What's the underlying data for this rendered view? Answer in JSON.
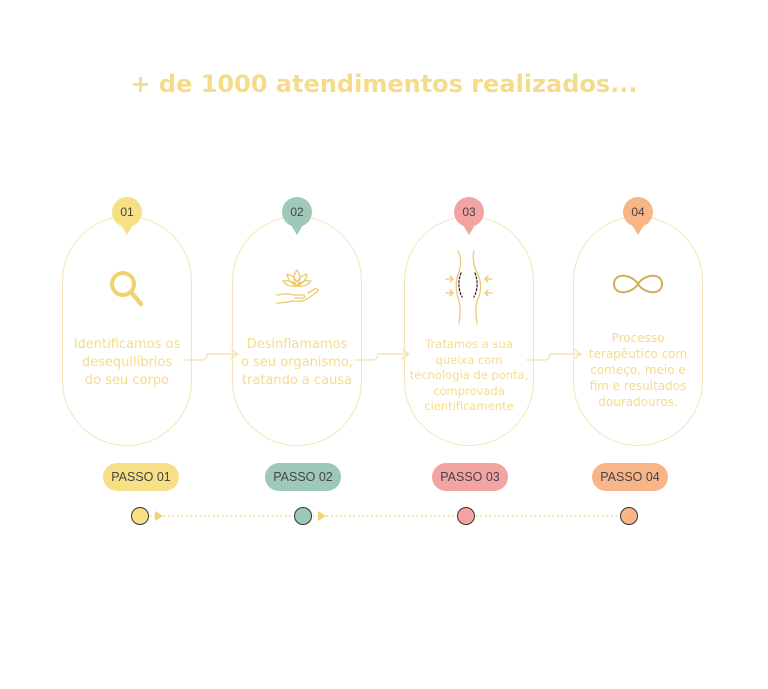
{
  "headline": "+ de 1000 atendimentos realizados...",
  "colors": {
    "accent_text": "#f5dc8a",
    "card_border": "#f5e6b6",
    "step1": "#f7df86",
    "step2": "#9ec8b8",
    "step3": "#f4a3a3",
    "step4": "#f8b587"
  },
  "steps": [
    {
      "number": "01",
      "icon": "magnifier-icon",
      "text_lines": [
        "Identificamos os",
        "desequilíbrios",
        "do seu corpo"
      ],
      "badge": "PASSO 01"
    },
    {
      "number": "02",
      "icon": "lotus-hand-icon",
      "text_lines": [
        "Desinflamamos",
        "o seu organismo,",
        "tratando a causa"
      ],
      "badge": "PASSO 02"
    },
    {
      "number": "03",
      "icon": "body-silhouette-icon",
      "text_lines": [
        "Tratamos a sua",
        "queixa com",
        "tecnologia de ponta,",
        "comprovada",
        "cientificamente"
      ],
      "badge": "PASSO 03"
    },
    {
      "number": "04",
      "icon": "infinity-icon",
      "text_lines": [
        "Processo",
        "terapêutico com",
        "começo, meio e",
        "fim e resultados",
        "douradouros."
      ],
      "badge": "PASSO 04"
    }
  ]
}
